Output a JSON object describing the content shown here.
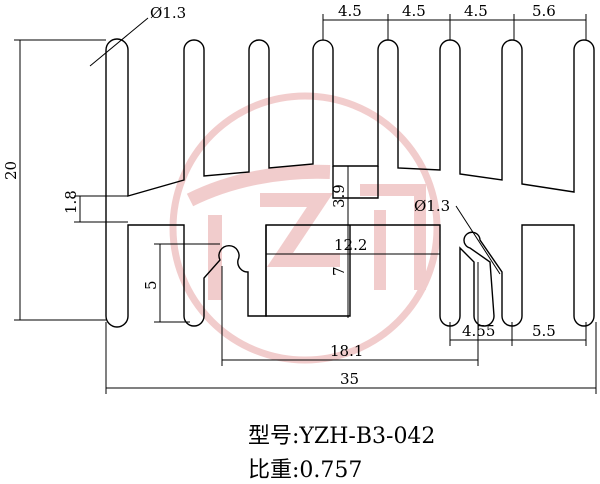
{
  "dimensions": {
    "fin_hole_dia": "Ø1.3",
    "pitch_1": "4.5",
    "pitch_2": "4.5",
    "pitch_3": "4.5",
    "pitch_end": "5.6",
    "height_total": "20",
    "base_thickness": "1.8",
    "slot_depth": "3.9",
    "hole_dia_lower": "Ø1.3",
    "inner_width": "12.2",
    "inner_height": "7",
    "clip_height": "5",
    "lower_pitch_1": "4.55",
    "lower_pitch_2": "5.5",
    "clip_span": "18.1",
    "width_total": "35"
  },
  "watermark": {
    "color": "#e8a0a0"
  },
  "caption": {
    "model": "型号:YZH-B3-042",
    "weight_ratio": "比重:0.757"
  }
}
